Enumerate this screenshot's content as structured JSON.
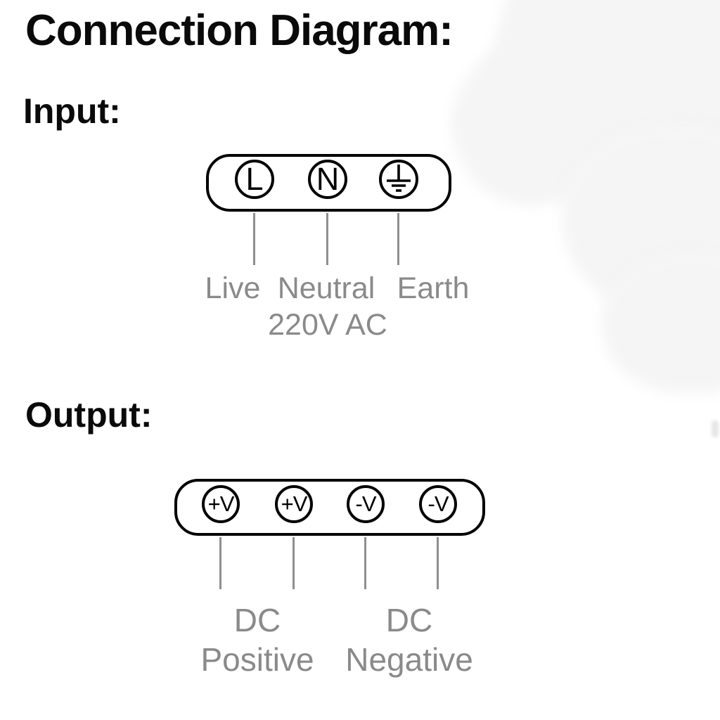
{
  "title": "Connection Diagram:",
  "input": {
    "heading": "Input:",
    "terminals": [
      {
        "symbol": "L",
        "label": "Live"
      },
      {
        "symbol": "N",
        "label": "Neutral"
      },
      {
        "symbol": "earth-ground",
        "label": "Earth"
      }
    ],
    "supply_label": "220V AC"
  },
  "output": {
    "heading": "Output:",
    "terminals": [
      {
        "symbol": "+V"
      },
      {
        "symbol": "+V"
      },
      {
        "symbol": "-V"
      },
      {
        "symbol": "-V"
      }
    ],
    "labels": [
      {
        "line1": "DC",
        "line2": "Positive"
      },
      {
        "line1": "DC",
        "line2": "Negative"
      }
    ]
  },
  "colors": {
    "ink": "#0a0a0a",
    "label_gray": "#8a8a8a",
    "watermark": "#f5f5f5"
  }
}
